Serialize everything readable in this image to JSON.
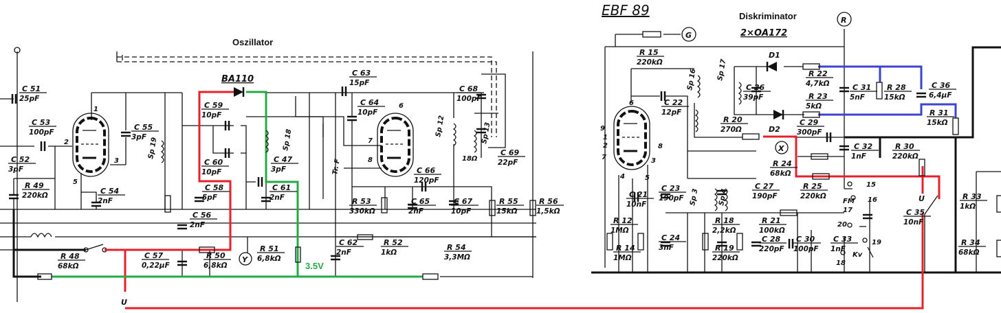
{
  "titles": {
    "oscillator": "Oszillator",
    "discriminator": "Diskriminator",
    "tube": "EBF 89",
    "diode_osc": "BA110",
    "diodes_disc": "2×OA172",
    "voltage": "3.5V",
    "u_left": "U",
    "u_right": "U"
  },
  "colors": {
    "red_path": "#e8202a",
    "green_path": "#22aa44",
    "blue_path": "#3a44d0"
  },
  "test_points": {
    "y": "Y",
    "x": "X",
    "g": "G",
    "r": "R"
  },
  "components": [
    {
      "ref": "C 51",
      "value": "25pF"
    },
    {
      "ref": "C 53",
      "value": "100pF"
    },
    {
      "ref": "C 52",
      "value": "3pF"
    },
    {
      "ref": "R 49",
      "value": "220kΩ"
    },
    {
      "ref": "C 55",
      "value": "3pF"
    },
    {
      "ref": "C 54",
      "value": "2nF"
    },
    {
      "ref": "C 59",
      "value": "10pF"
    },
    {
      "ref": "C 60",
      "value": "10pF"
    },
    {
      "ref": "C 47",
      "value": "3pF"
    },
    {
      "ref": "C 58",
      "value": "5pF"
    },
    {
      "ref": "C 61",
      "value": "2nF"
    },
    {
      "ref": "C 56",
      "value": "2nF"
    },
    {
      "ref": "C 57",
      "value": "0,22µF"
    },
    {
      "ref": "R 50",
      "value": "6,8kΩ"
    },
    {
      "ref": "R 48",
      "value": "68kΩ"
    },
    {
      "ref": "R 51",
      "value": "6,8kΩ"
    },
    {
      "ref": "C 63",
      "value": "15pF"
    },
    {
      "ref": "C 64",
      "value": "10pF"
    },
    {
      "ref": "C 66",
      "value": "120pF"
    },
    {
      "ref": "C 65",
      "value": "2nF"
    },
    {
      "ref": "R 53",
      "value": "330kΩ"
    },
    {
      "ref": "C 67",
      "value": "10pF"
    },
    {
      "ref": "R 55",
      "value": "15kΩ"
    },
    {
      "ref": "R 56",
      "value": "1,5kΩ"
    },
    {
      "ref": "C 62",
      "value": "2nF"
    },
    {
      "ref": "R 52",
      "value": "1kΩ"
    },
    {
      "ref": "R 54",
      "value": "3,3MΩ"
    },
    {
      "ref": "C 68",
      "value": "100pF"
    },
    {
      "ref": "C 69",
      "value": "22pF"
    },
    {
      "ref": "R 15",
      "value": "220kΩ"
    },
    {
      "ref": "C 26",
      "value": "39pF"
    },
    {
      "ref": "R 22",
      "value": "4,7kΩ"
    },
    {
      "ref": "R 23",
      "value": "5kΩ"
    },
    {
      "ref": "C 31",
      "value": "5nF"
    },
    {
      "ref": "R 28",
      "value": "15kΩ"
    },
    {
      "ref": "C 36",
      "value": "6,4µF"
    },
    {
      "ref": "R 31",
      "value": "15kΩ"
    },
    {
      "ref": "C 29",
      "value": "300pF"
    },
    {
      "ref": "R 20",
      "value": "270Ω"
    },
    {
      "ref": "C 22",
      "value": "12pF"
    },
    {
      "ref": "R 24",
      "value": "68kΩ"
    },
    {
      "ref": "C 32",
      "value": "1nF"
    },
    {
      "ref": "R 30",
      "value": "220kΩ"
    },
    {
      "ref": "R 25",
      "value": "220kΩ"
    },
    {
      "ref": "C 35",
      "value": "10nF"
    },
    {
      "ref": "C 27",
      "value": "190pF"
    },
    {
      "ref": "C 23",
      "value": "190pF"
    },
    {
      "ref": "C 21",
      "value": "10nF"
    },
    {
      "ref": "R 21",
      "value": "100kΩ"
    },
    {
      "ref": "R 18",
      "value": "2,2kΩ"
    },
    {
      "ref": "R 19",
      "value": "220kΩ"
    },
    {
      "ref": "R 12",
      "value": "1MΩ"
    },
    {
      "ref": "R 14",
      "value": "1MΩ"
    },
    {
      "ref": "C 24",
      "value": "3nF"
    },
    {
      "ref": "C 28",
      "value": "220pF"
    },
    {
      "ref": "C 30",
      "value": "100pF"
    },
    {
      "ref": "C 33",
      "value": "1nF"
    },
    {
      "ref": "R 33",
      "value": "1kΩ"
    },
    {
      "ref": "R 34",
      "value": "68kΩ"
    }
  ],
  "coils": [
    "Sp 19",
    "Sp 18",
    "Tr. F",
    "Sp 12",
    "Sp 13",
    "18Ω",
    "Sp 16",
    "Sp 17",
    "Sp 3",
    "Sp 4"
  ],
  "diodes": [
    "D1",
    "D2"
  ],
  "switch_labels": [
    "15",
    "FM",
    "17",
    "16",
    "20",
    "19",
    "Kv",
    "18"
  ],
  "tube_pins": [
    "1",
    "2",
    "3",
    "5",
    "6",
    "7",
    "8",
    "6",
    "9",
    "1",
    "2",
    "7",
    "8",
    "3",
    "4",
    "5"
  ]
}
